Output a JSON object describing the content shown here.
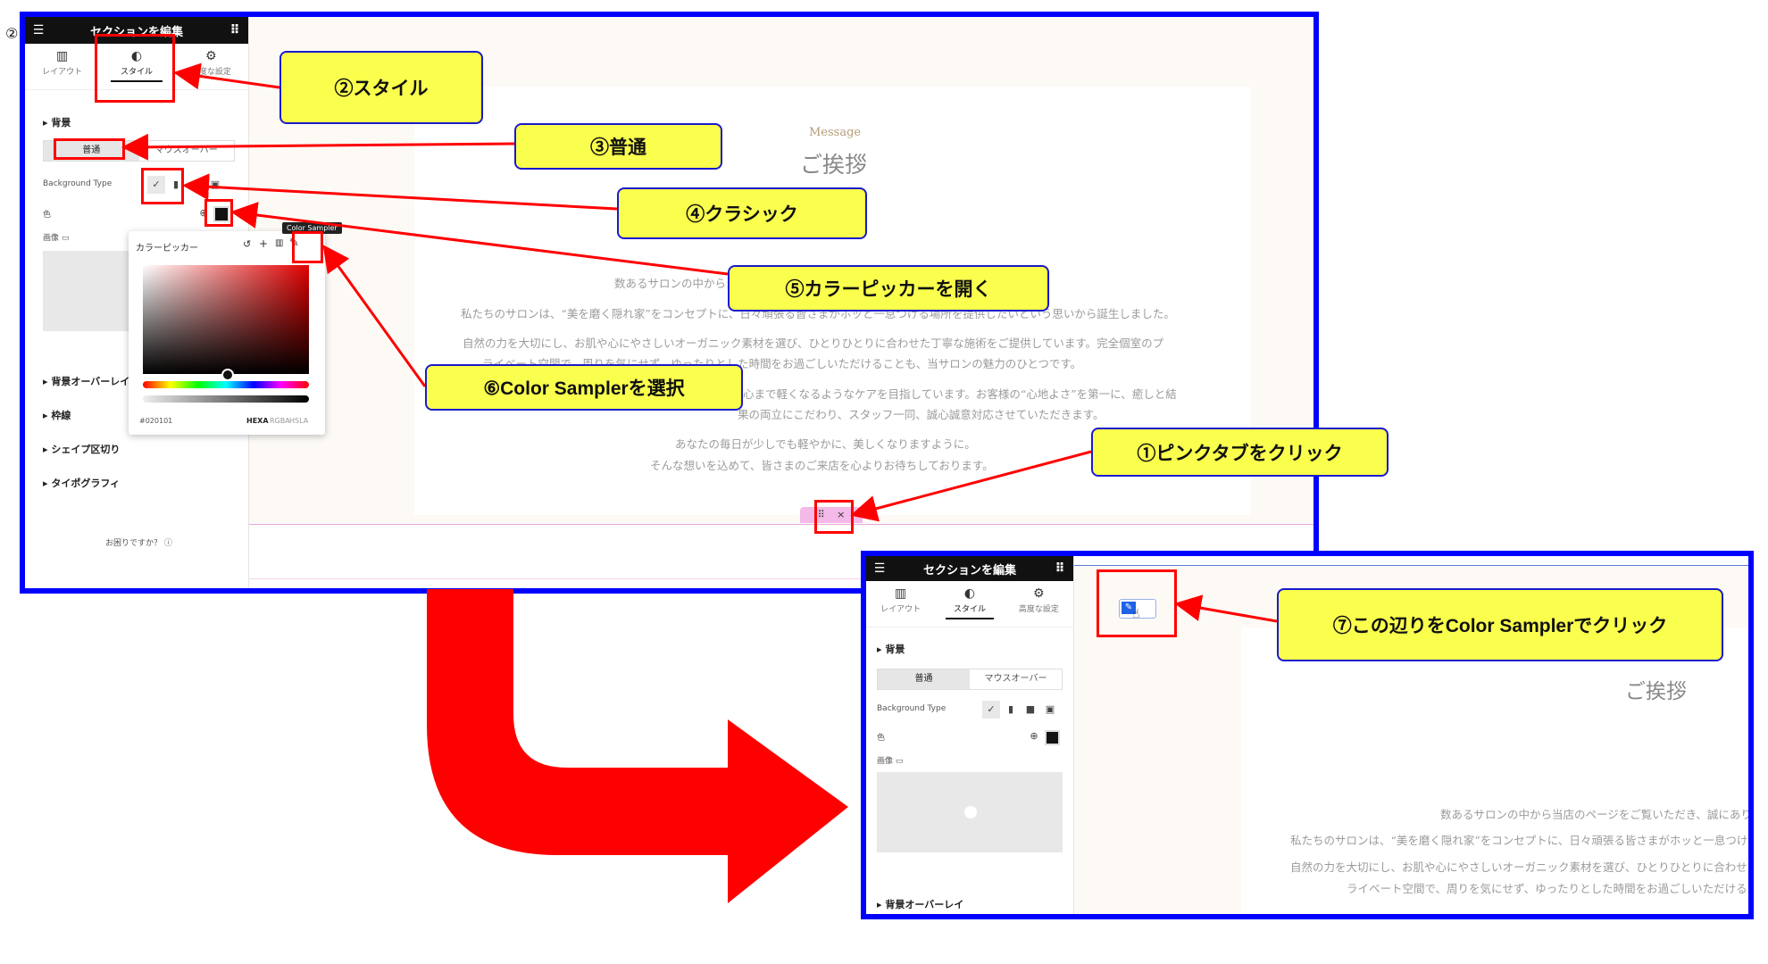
{
  "corner_marker": "②",
  "callouts": {
    "c1": "①ピンクタブをクリック",
    "c2": "②スタイル",
    "c3": "③普通",
    "c4": "④クラシック",
    "c5": "⑤カラーピッカーを開く",
    "c6": "⑥Color Samplerを選択",
    "c7": "⑦この辺りをColor Samplerでクリック"
  },
  "editor": {
    "title": "セクションを編集",
    "tabs": [
      "レイアウト",
      "スタイル",
      "高度な設定"
    ],
    "section_background": "背景",
    "state_normal": "普通",
    "state_hover": "マウスオーバー",
    "background_type_label": "Background Type",
    "color_label": "色",
    "image_label": "画像",
    "section_overlay": "背景オーバーレイ",
    "section_border": "枠線",
    "section_shape": "シェイプ区切り",
    "section_typography": "タイポグラフィ",
    "help_text": "お困りですか？"
  },
  "color_picker": {
    "title": "カラーピッカー",
    "hex_value": "#020101",
    "modes": [
      "HEXA",
      "RGBA",
      "HSLA"
    ],
    "tooltip": "Color Sampler"
  },
  "page_content": {
    "message_en": "Message",
    "message_jp": "ご挨拶",
    "paragraphs": [
      "数あるサロンの中から当店のページをご覧いただき、誠にありがとうございます。",
      "私たちのサロンは、“美を磨く隠れ家”をコンセプトに、日々頑張る皆さまがホッと一息つける場所を提供したいという思いから誕生しました。",
      "自然の力を大切にし、お肌や心にやさしいオーガニック素材を選び、ひとりひとりに合わせた丁寧な施術をご提供しています。完全個室のプ",
      "ライベート空間で、周りを気にせず、ゆったりとした時間をお過ごしいただけることも、当サロンの魅力のひとつです。",
      "心まで軽くなるようなケアを目指しています。お客様の“心地よさ”を第一に、癒しと結",
      "果の両立にこだわり、スタッフ一同、誠心誠意対応させていただきます。",
      "あなたの毎日が少しでも軽やかに、美しくなりますように。",
      "そんな想いを込めて、皆さまのご来店を心よりお待ちしております。"
    ]
  },
  "colors": {
    "frame_blue": "#0000ff",
    "callout_yellow": "#faff4d",
    "annotation_red": "#ff0000"
  }
}
